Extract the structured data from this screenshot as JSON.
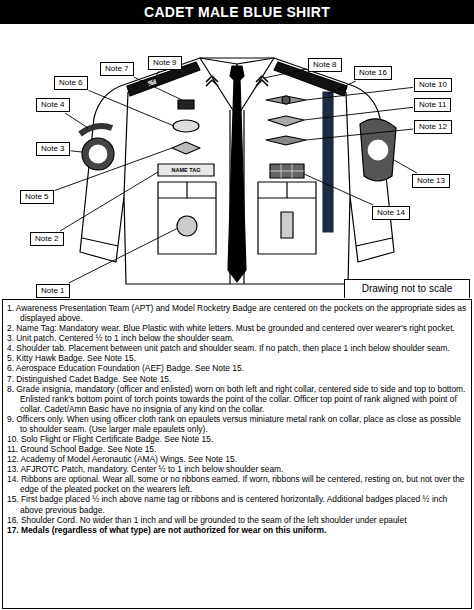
{
  "diagram": {
    "title": "CADET MALE BLUE SHIRT",
    "nodes": [
      {
        "text": [
          "Note 7"
        ]
      },
      {
        "text": [
          "Note 9"
        ]
      },
      {
        "text": [
          "Note 8"
        ]
      },
      {
        "text": [
          "Note 16"
        ]
      },
      {
        "text": [
          "Note 6"
        ]
      },
      {
        "text": [
          "Note 10"
        ]
      },
      {
        "text": [
          "Note 4"
        ]
      },
      {
        "text": [
          "Note 11"
        ]
      },
      {
        "text": [
          "Note 12"
        ]
      },
      {
        "text": [
          "Note 3"
        ]
      },
      {
        "text": [
          "Note 13"
        ]
      },
      {
        "text": [
          "Note 5"
        ]
      },
      {
        "text": [
          "Note 14"
        ]
      },
      {
        "text": [
          "Note 2"
        ]
      },
      {
        "text": [
          "Note 1"
        ]
      }
    ],
    "labels": [
      "NAME TAG",
      "Drawing not to scale",
      "1. Awareness Presentation Team (APT) and Model Rocketry Badge are centered on the pockets on the appropriate sides as displayed above.",
      "2. Name Tag: Mandatory wear. Blue Plastic with white letters. Must be grounded and centered over wearer's right pocket.",
      "3. Unit patch. Centered ½ to 1 inch below the shoulder seam.",
      "4. Shoulder tab. Placement between unit patch and shoulder seam. If no patch, then place 1 inch below shoulder seam.",
      "5. Kitty Hawk Badge. See Note 15.",
      "6. Aerospace Education Foundation (AEF) Badge. See Note 15.",
      "7. Distinguished Cadet Badge. See Note 15.",
      "8. Grade insignia, mandatory (officer and enlisted) worn on both left and right collar, centered side to side and top to bottom. Enlisted rank's bottom point of torch points towards the point of the collar. Officer top point of rank aligned with point of collar. Cadet/Amn Basic have no insignia of any kind on the collar.",
      "9. Officers only. When using officer cloth rank on epaulets versus miniature metal rank on collar, place as close as possible to shoulder seam. (Use larger male epaulets only).",
      "10. Solo Flight or Flight Certificate Badge. See Note 15.",
      "11. Ground School Badge. See Note 15.",
      "12. Academy of Model Aeronautic (AMA) Wings. See Note 15.",
      "13. AFJROTC Patch, mandatory. Center ½ to 1 inch below shoulder seam.",
      "14. Ribbons are optional. Wear all, some or no ribbons earned. If worn, ribbons will be centered, resting on, but not over the edge of the pleated pocket on the wearers left.",
      "15. First badge placed ½ inch above name tag or ribbons and is centered horizontally. Additional badges placed ½ inch above previous badge.",
      "16. Shoulder Cord. No wider than 1 inch and will be grounded to the seam of the left shoulder under epaulet",
      "17. Medals (regardless of what type) are not authorized for wear on this uniform."
    ]
  }
}
